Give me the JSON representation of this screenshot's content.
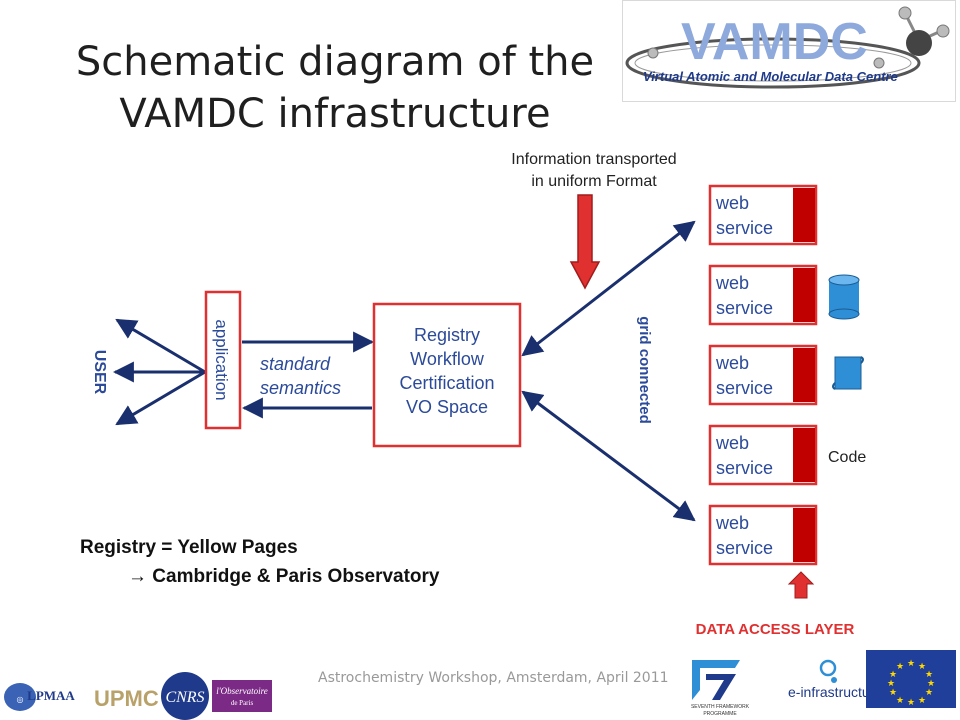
{
  "slide": {
    "title_line1": "Schematic diagram of the",
    "title_line2": "VAMDC infrastructure"
  },
  "logo": {
    "name": "VAMDC",
    "subtitle": "Virtual Atomic and Molecular Data Centre"
  },
  "diagram": {
    "user_label": "USER",
    "application_label": "application",
    "semantics_line1": "standard",
    "semantics_line2": "semantics",
    "registry_lines": [
      "Registry",
      "Workflow",
      "Certification",
      "VO Space"
    ],
    "info_line1": "Information transported",
    "info_line2": "in uniform Format",
    "grid_label": "grid connected",
    "web_service_line1": "web",
    "web_service_line2": "service",
    "code_label": "Code",
    "data_access_label": "DATA ACCESS LAYER",
    "accent_color": "#e03030",
    "dark_red": "#c00000",
    "arrow_color": "#1a2f6e",
    "db_color": "#2f8fd6"
  },
  "notes": {
    "line1": "Registry = Yellow Pages",
    "line2": "→ Cambridge & Paris Observatory"
  },
  "footer": {
    "text": "Astrochemistry Workshop, Amsterdam, April 2011",
    "lpmaa": "LPMAA",
    "upmc": "UPMC",
    "cnrs": "CNRS",
    "observatoire": "l'Observatoire",
    "observatoire_sub": "de Paris",
    "fp7_line1": "SEVENTH FRAMEWORK",
    "fp7_line2": "PROGRAMME",
    "einfra": "e-infrastructure"
  }
}
